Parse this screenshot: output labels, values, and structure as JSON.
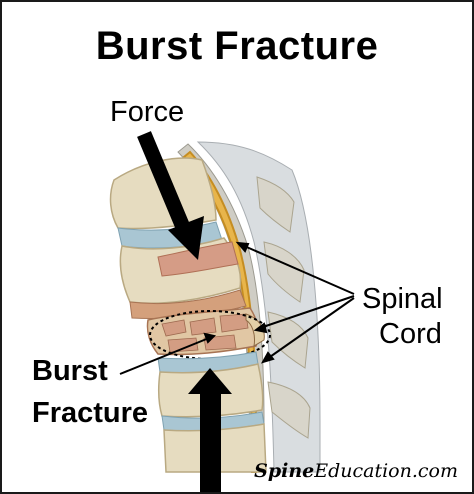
{
  "title": "Burst Fracture",
  "labels": {
    "force": "Force",
    "spinal_line1": "Spinal",
    "spinal_line2": "Cord",
    "burst_line1": "Burst",
    "burst_line2": "Fracture"
  },
  "brand": {
    "part1": "Spine",
    "part2": "Education.com"
  },
  "colors": {
    "bone": "#e6dcc0",
    "bone_dark": "#c9b992",
    "disc": "#a9c6d3",
    "cord": "#e8b54b",
    "dura": "#d0cfc9",
    "fracture": "#d4a07c",
    "arrow": "#000000"
  }
}
